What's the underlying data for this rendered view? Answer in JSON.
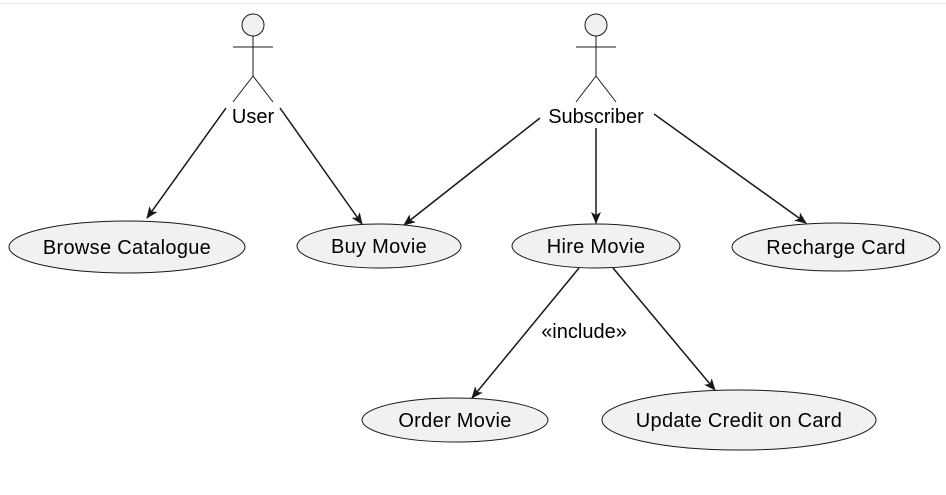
{
  "actors": {
    "user": "User",
    "subscriber": "Subscriber"
  },
  "use_cases": {
    "browse_catalogue": "Browse Catalogue",
    "buy_movie": "Buy Movie",
    "hire_movie": "Hire Movie",
    "recharge_card": "Recharge Card",
    "order_movie": "Order Movie",
    "update_credit": "Update Credit on Card"
  },
  "edge_labels": {
    "include": "«include»"
  },
  "colors": {
    "fill": "#f1f1f1",
    "stroke": "#181818"
  }
}
